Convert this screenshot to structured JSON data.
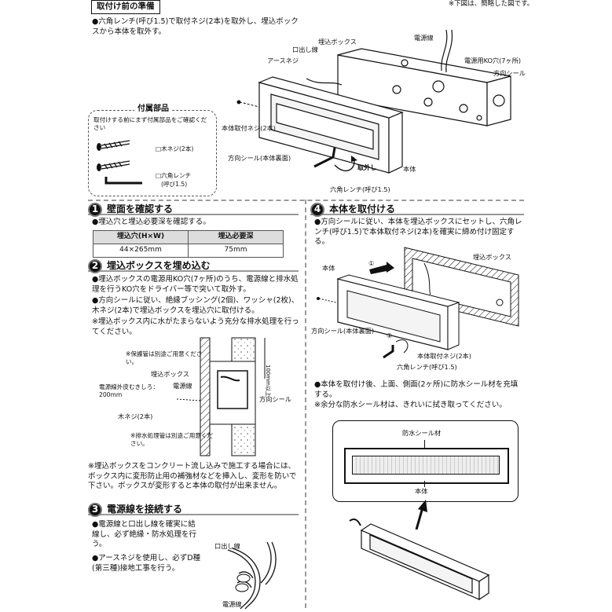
{
  "header": {
    "title": "取付け前の準備",
    "note": "※下図は、簡略した図です。"
  },
  "prep": {
    "text": "●六角レンチ(呼び1.5)で取付ネジ(2本)を取外し、埋込ボックスから本体を取外す。",
    "labels": {
      "power_line": "電源線",
      "embed_box": "埋込ボックス",
      "outlet_line": "口出し線",
      "earth_screw": "アースネジ",
      "ko_hole": "電源用KO穴(7ヶ所)",
      "dir_seal": "方向シール",
      "body_screw": "本体取付ネジ(2本)",
      "dir_seal_back": "方向シール(本体裏面)",
      "remove": "取外し",
      "body": "本体",
      "hex_wrench": "六角レンチ(呼び1.5)"
    }
  },
  "accessories": {
    "title": "付属部品",
    "note": "取付けする前にまず付属部品をご確認ください",
    "items": [
      "□木ネジ(2本)",
      "□六角レンチ",
      "(呼び1.5)"
    ]
  },
  "step1": {
    "num": "1",
    "title": "壁面を確認する",
    "text": "●埋込穴と埋込必要深を確認する。",
    "table": {
      "headers": [
        "埋込穴(H×W)",
        "埋込必要深"
      ],
      "row": [
        "44×265mm",
        "75mm"
      ]
    }
  },
  "step2": {
    "num": "2",
    "title": "埋込ボックスを埋め込む",
    "texts": [
      "●埋込ボックスの電源用KO穴(7ヶ所)のうち、電源線と排水処理を行うKO穴をドライバー等で突いて取外す。",
      "●方向シールに従い、絶縁ブッシング(2個)、ワッシャ(2枚)、木ネジ(2本)で埋込ボックスを埋込穴に取付ける。",
      "※埋込ボックス内に水がたまらないよう充分な排水処理を行ってください。"
    ],
    "labels": {
      "protect": "※保護管は別途ご用意ください。",
      "embed_box": "埋込ボックス",
      "power_line": "電源線",
      "strip": "電源線外皮むきしろ：200mm",
      "dir_seal": "方向シール",
      "wood_screw": "木ネジ(2本)",
      "drain": "※排水処理管は別途ご用意ください。",
      "dim": "100mm以上"
    },
    "caution": "※埋込ボックスをコンクリート流し込みで施工する場合には、ボックス内に変形防止用の補強材などを挿入し、変形を防いで下さい。ボックスが変形すると本体の取付が出来ません。"
  },
  "step3": {
    "num": "3",
    "title": "電源線を接続する",
    "texts": [
      "●電源線と口出し線を確実に結線し、必ず絶縁・防水処理を行う。",
      "●アースネジを使用し、必ずD種(第三種)接地工事を行う。"
    ],
    "labels": {
      "outlet_line": "口出し線",
      "power_line": "電源線"
    }
  },
  "step4": {
    "num": "4",
    "title": "本体を取付ける",
    "text1": "●方向シールに従い、本体を埋込ボックスにセットし、六角レンチ(呼び1.5)で本体取付ネジ(2本)を確実に締め付け固定する。",
    "labels": {
      "body": "本体",
      "embed_box": "埋込ボックス",
      "dir_seal_back": "方向シール(本体裏面)",
      "body_screw": "本体取付ネジ(2本)",
      "hex_wrench": "六角レンチ(呼び1.5)",
      "c1": "①",
      "c2": "②"
    },
    "text2": "●本体を取付け後、上面、側面(2ヶ所)に防水シール材を充填する。",
    "text3": "※余分な防水シール材は、きれいに拭き取ってください。",
    "detail": {
      "seal": "防水シール材",
      "body": "本体"
    }
  }
}
